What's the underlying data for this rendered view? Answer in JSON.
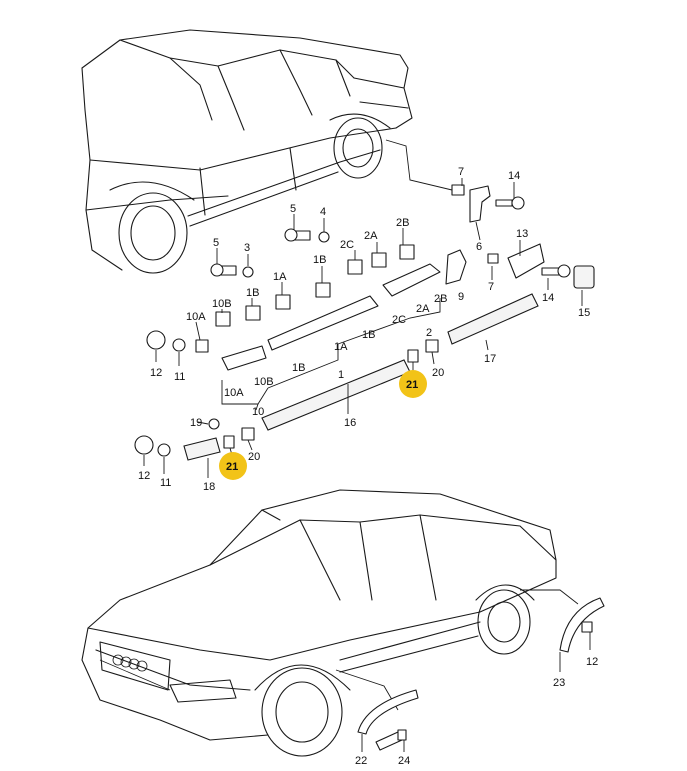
{
  "highlight_color": "#f2c318",
  "callouts": {
    "c7": "7",
    "c14a": "14",
    "c6": "6",
    "c5a": "5",
    "c4": "4",
    "c2b": "2B",
    "c2a": "2A",
    "c2c": "2C",
    "c1a": "1A",
    "c1b_top": "1B",
    "c5b": "5",
    "c3": "3",
    "c13": "13",
    "c7b": "7",
    "c14b": "14",
    "c15": "15",
    "c9": "9",
    "c2b_lo": "2B",
    "c2a_lo": "2A",
    "c2c_lo": "2C",
    "c2": "2",
    "c1b_mid": "1B",
    "c1a_lo": "1A",
    "c1": "1",
    "c10a": "10A",
    "c10b": "10B",
    "c1b_side": "1B",
    "c12a": "12",
    "c11a": "11",
    "c10a_lo": "10A",
    "c10b_lo": "10B",
    "c1b_lo": "1B",
    "c10": "10",
    "c17": "17",
    "c20a": "20",
    "c21a": "21",
    "c16": "16",
    "c19": "19",
    "c12b": "12",
    "c11b": "11",
    "c21b": "21",
    "c20b": "20",
    "c18": "18",
    "c12c": "12",
    "c23": "23",
    "c22": "22",
    "c24": "24"
  }
}
